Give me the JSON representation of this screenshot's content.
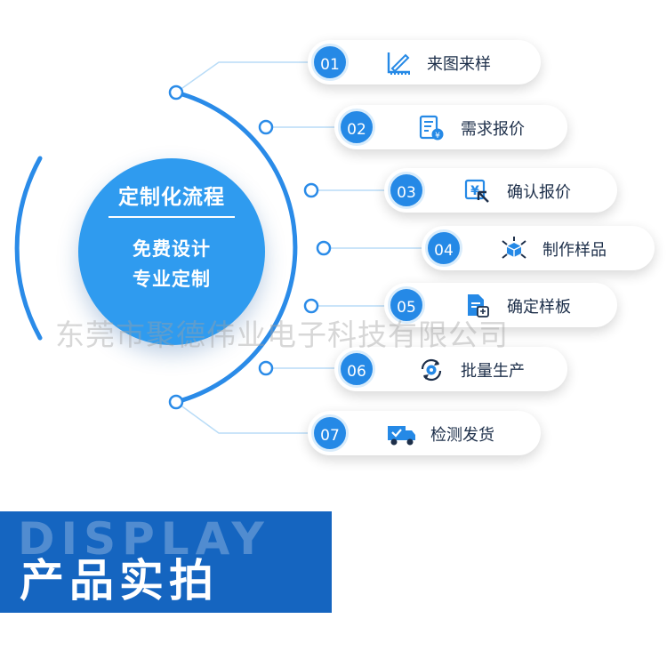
{
  "center": {
    "title": "定制化流程",
    "subtitle_line1": "免费设计",
    "subtitle_line2": "专业定制"
  },
  "steps": [
    {
      "num": "01",
      "label": "来图来样",
      "icon": "drawing-ruler-icon"
    },
    {
      "num": "02",
      "label": "需求报价",
      "icon": "quote-document-icon"
    },
    {
      "num": "03",
      "label": "确认报价",
      "icon": "yen-confirm-icon"
    },
    {
      "num": "04",
      "label": "制作样品",
      "icon": "cube-network-icon"
    },
    {
      "num": "05",
      "label": "确定样板",
      "icon": "sample-document-icon"
    },
    {
      "num": "06",
      "label": "批量生产",
      "icon": "gear-cycle-icon"
    },
    {
      "num": "07",
      "label": "检测发货",
      "icon": "delivery-truck-icon"
    }
  ],
  "watermark": "东莞市聚德伟业电子科技有限公司",
  "banner": {
    "bg_text": "DISPLAY",
    "title": "产品实拍"
  },
  "colors": {
    "primary": "#2f9bef",
    "step_circle": "#2589e6",
    "banner": "#1565c0",
    "arc": "#2a8be8"
  }
}
